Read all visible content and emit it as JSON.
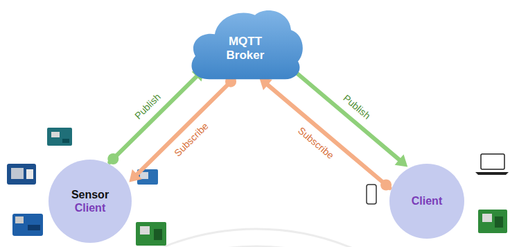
{
  "diagram": {
    "nodes": [
      {
        "text": [
          "MQTT Broker"
        ]
      },
      {
        "text": [
          "Sensor",
          "Client"
        ]
      },
      {
        "text": [
          "Client"
        ]
      }
    ],
    "edges": [
      {
        "from": 1,
        "to": 0,
        "label": "Publish",
        "arrow": "to"
      },
      {
        "from": 0,
        "to": 1,
        "label": "Subscribe",
        "arrow": "to"
      },
      {
        "from": 0,
        "to": 2,
        "label": "Publish",
        "arrow": "to"
      },
      {
        "from": 2,
        "to": 0,
        "label": "Subscribe",
        "arrow": "to"
      }
    ]
  }
}
